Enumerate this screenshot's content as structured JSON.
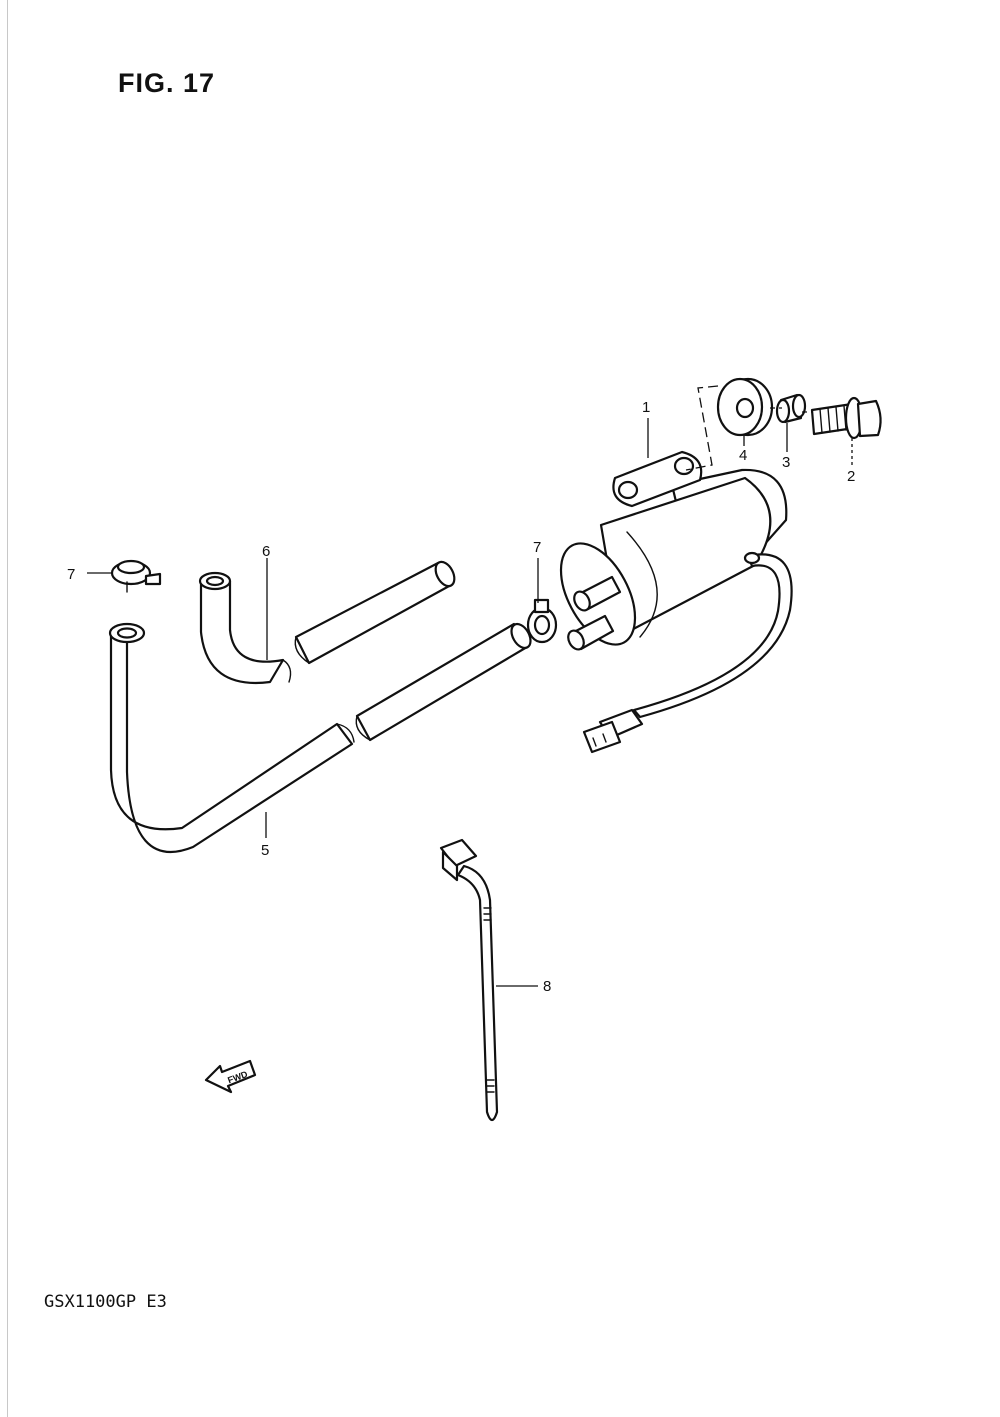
{
  "figure": {
    "title": "FIG. 17",
    "model": "GSX1100GP E3"
  },
  "callouts": [
    {
      "id": "c1",
      "text": "1"
    },
    {
      "id": "c2",
      "text": "2"
    },
    {
      "id": "c3",
      "text": "3"
    },
    {
      "id": "c4",
      "text": "4"
    },
    {
      "id": "c5",
      "text": "5"
    },
    {
      "id": "c6",
      "text": "6"
    },
    {
      "id": "c7a",
      "text": "7"
    },
    {
      "id": "c7b",
      "text": "7"
    },
    {
      "id": "c8",
      "text": "8"
    }
  ],
  "direction_marker": {
    "text": "FWD"
  },
  "icons": [
    "fwd-arrow-icon"
  ]
}
